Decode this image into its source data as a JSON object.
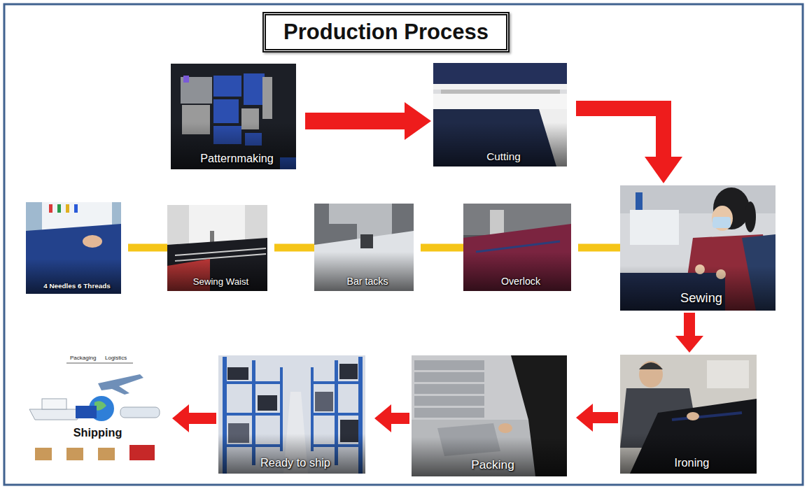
{
  "diagram": {
    "title": "Production Process",
    "nodes": [
      {
        "text": [
          "Patternmaking"
        ]
      },
      {
        "text": [
          "Cutting"
        ]
      },
      {
        "text": [
          "4 Needles 6 Threads"
        ]
      },
      {
        "text": [
          "Sewing Waist"
        ]
      },
      {
        "text": [
          "Bar tacks"
        ]
      },
      {
        "text": [
          "Overlock"
        ]
      },
      {
        "text": [
          "Sewing"
        ]
      },
      {
        "text": [
          "Shipping"
        ]
      },
      {
        "text": [
          "Ready to ship"
        ]
      },
      {
        "text": [
          "Packing"
        ]
      },
      {
        "text": [
          "Ironing"
        ]
      }
    ],
    "edges": [
      {
        "from": 0,
        "to": 1,
        "arrow": "to"
      },
      {
        "from": 1,
        "to": 6,
        "arrow": "to"
      },
      {
        "from": 6,
        "to": 5,
        "arrow": "none"
      },
      {
        "from": 5,
        "to": 4,
        "arrow": "none"
      },
      {
        "from": 4,
        "to": 3,
        "arrow": "none"
      },
      {
        "from": 3,
        "to": 2,
        "arrow": "none"
      },
      {
        "from": 6,
        "to": 10,
        "arrow": "to"
      },
      {
        "from": 10,
        "to": 9,
        "arrow": "to"
      },
      {
        "from": 9,
        "to": 8,
        "arrow": "to"
      },
      {
        "from": 8,
        "to": 7,
        "arrow": "to"
      }
    ],
    "labels": [
      "Packaging",
      "Logistics"
    ]
  }
}
